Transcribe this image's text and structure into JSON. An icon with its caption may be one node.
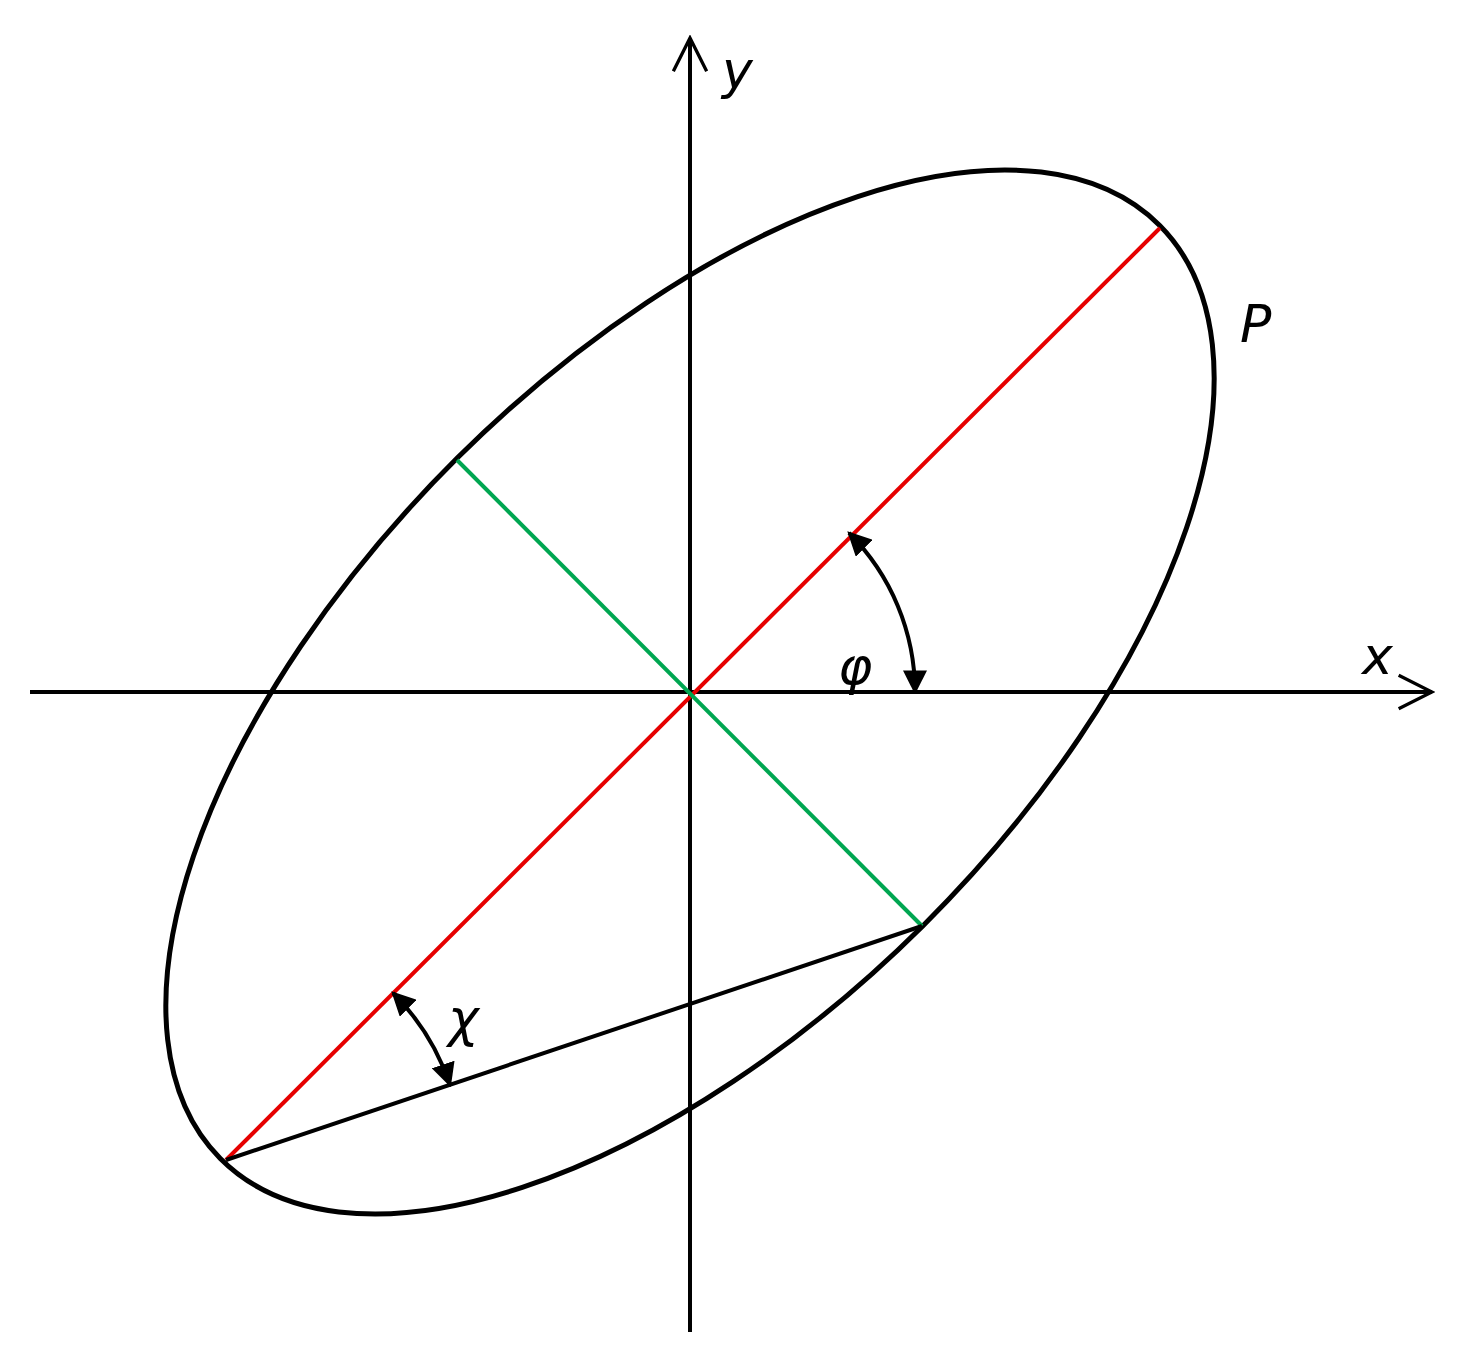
{
  "diagram": {
    "labels": [
      "y",
      "P",
      "φ",
      "x",
      "χ"
    ]
  }
}
